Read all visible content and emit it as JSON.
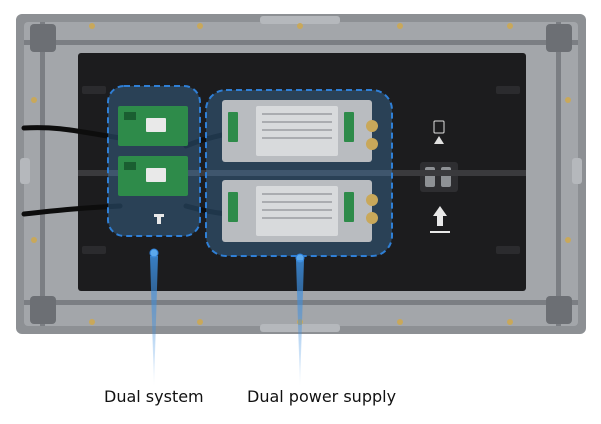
{
  "captions": {
    "dual_system": "Dual system",
    "dual_power_supply": "Dual power supply"
  },
  "colors": {
    "cabinet_frame": "#8d9094",
    "back_plate": "#1c1c1e",
    "highlight_border": "#2f7fd6",
    "highlight_fill": "#4fa3e8",
    "pointer_beam": "#3d8fe0",
    "receiving_card": "#2e8b4a",
    "power_supply_shell": "#b9bcc0"
  },
  "icons": [
    "power-supply-unit",
    "receiving-card",
    "up-arrow-marking",
    "cable"
  ]
}
